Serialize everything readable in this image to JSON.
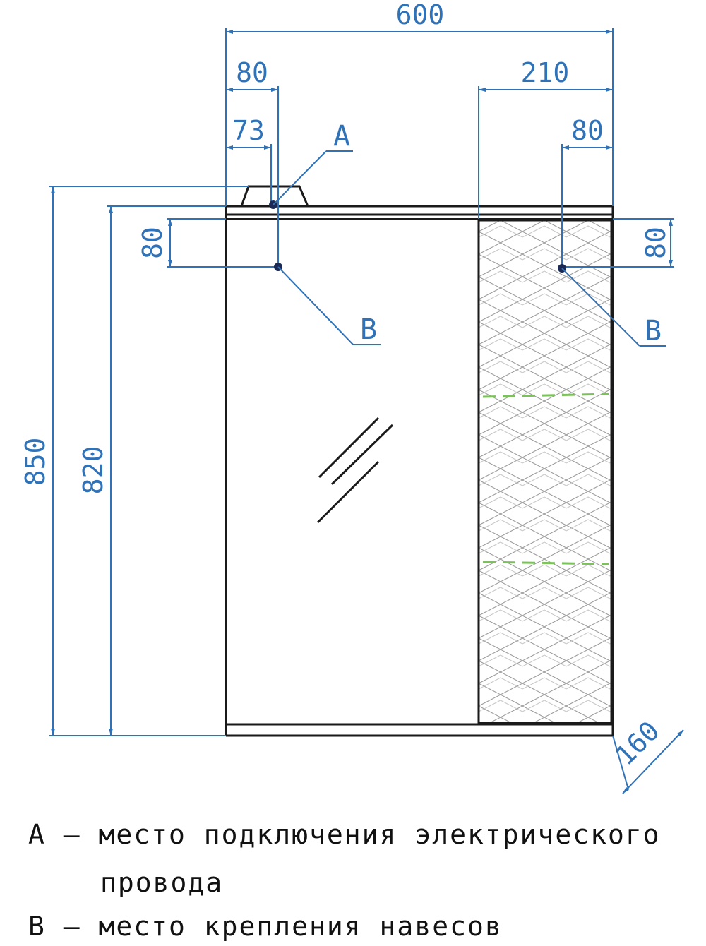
{
  "dimensions": {
    "total_width": "600",
    "left_offset_80": "80",
    "left_offset_73": "73",
    "right_section_width": "210",
    "right_offset_80": "80",
    "height_850": "850",
    "height_820": "820",
    "left_vertical_80": "80",
    "right_vertical_80": "80",
    "depth": "160"
  },
  "callouts": {
    "a_label": "A",
    "b_left_label": "B",
    "b_right_label": "B"
  },
  "legend": {
    "a_line1": "A – место подключения электрического",
    "a_line2": "провода",
    "b_line": "B – место крепления навесов"
  },
  "colors": {
    "dimension": "#2f72b8",
    "outline": "#1a1a1a",
    "shelf": "#7cc25a"
  }
}
